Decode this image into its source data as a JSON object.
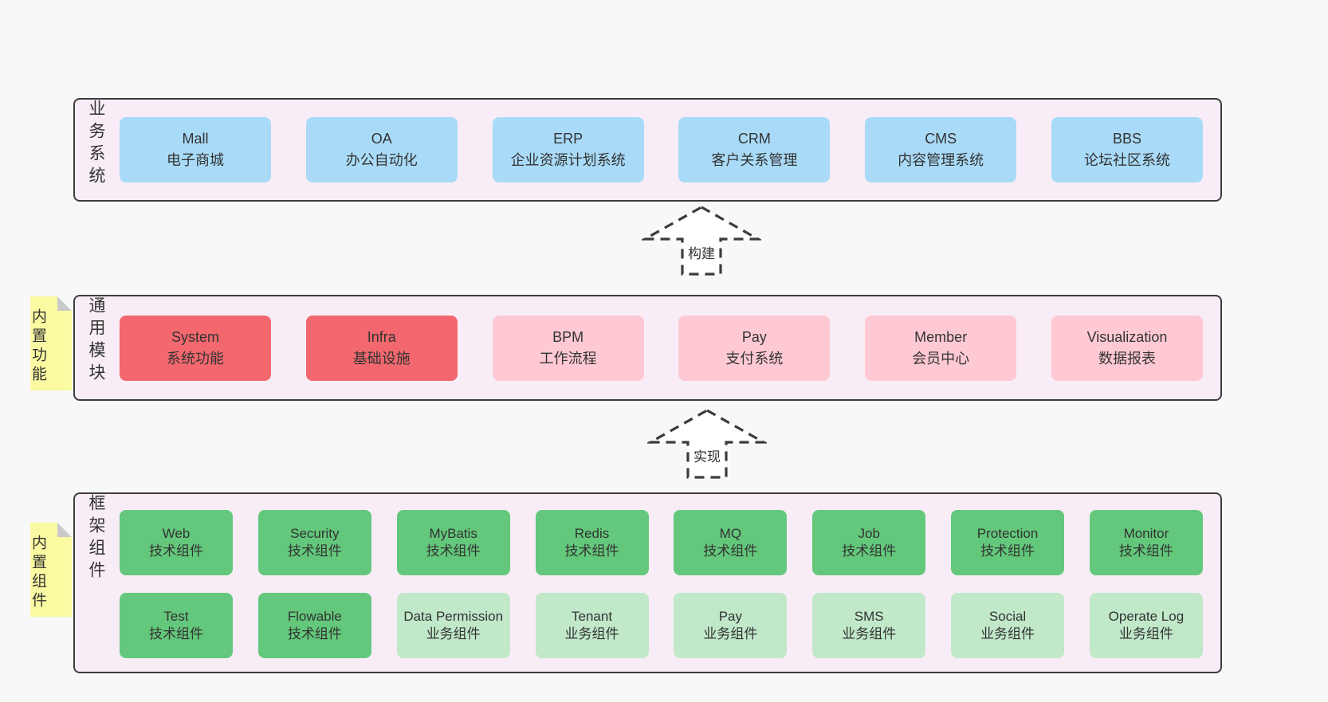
{
  "colors": {
    "pageBg": "#f8f8f8",
    "bandBg": "#f8edf6",
    "border": "#3c3c3c",
    "blue": "#a9dbf8",
    "red": "#f2686e",
    "pink": "#ffc9d3",
    "green": "#63c87b",
    "greenLight": "#c0e8c9",
    "noteBg": "#fafaa2"
  },
  "arrows": [
    {
      "label": "构建"
    },
    {
      "label": "实现"
    }
  ],
  "layers": [
    {
      "label": "业务系统",
      "rows": [
        [
          {
            "name": "Mall",
            "desc": "电子商城",
            "variant": "blue"
          },
          {
            "name": "OA",
            "desc": "办公自动化",
            "variant": "blue"
          },
          {
            "name": "ERP",
            "desc": "企业资源计划系统",
            "variant": "blue"
          },
          {
            "name": "CRM",
            "desc": "客户关系管理",
            "variant": "blue"
          },
          {
            "name": "CMS",
            "desc": "内容管理系统",
            "variant": "blue"
          },
          {
            "name": "BBS",
            "desc": "论坛社区系统",
            "variant": "blue"
          }
        ]
      ]
    },
    {
      "label": "通用模块",
      "note": "内置功能",
      "rows": [
        [
          {
            "name": "System",
            "desc": "系统功能",
            "variant": "red"
          },
          {
            "name": "Infra",
            "desc": "基础设施",
            "variant": "red"
          },
          {
            "name": "BPM",
            "desc": "工作流程",
            "variant": "pink"
          },
          {
            "name": "Pay",
            "desc": "支付系统",
            "variant": "pink"
          },
          {
            "name": "Member",
            "desc": "会员中心",
            "variant": "pink"
          },
          {
            "name": "Visualization",
            "desc": "数据报表",
            "variant": "pink"
          }
        ]
      ]
    },
    {
      "label": "框架组件",
      "note": "内置组件",
      "rows": [
        [
          {
            "name": "Web",
            "desc": "技术组件",
            "variant": "green"
          },
          {
            "name": "Security",
            "desc": "技术组件",
            "variant": "green"
          },
          {
            "name": "MyBatis",
            "desc": "技术组件",
            "variant": "green"
          },
          {
            "name": "Redis",
            "desc": "技术组件",
            "variant": "green"
          },
          {
            "name": "MQ",
            "desc": "技术组件",
            "variant": "green"
          },
          {
            "name": "Job",
            "desc": "技术组件",
            "variant": "green"
          },
          {
            "name": "Protection",
            "desc": "技术组件",
            "variant": "green"
          },
          {
            "name": "Monitor",
            "desc": "技术组件",
            "variant": "green"
          }
        ],
        [
          {
            "name": "Test",
            "desc": "技术组件",
            "variant": "green"
          },
          {
            "name": "Flowable",
            "desc": "技术组件",
            "variant": "green"
          },
          {
            "name": "Data Permission",
            "desc": "业务组件",
            "variant": "greenLight"
          },
          {
            "name": "Tenant",
            "desc": "业务组件",
            "variant": "greenLight"
          },
          {
            "name": "Pay",
            "desc": "业务组件",
            "variant": "greenLight"
          },
          {
            "name": "SMS",
            "desc": "业务组件",
            "variant": "greenLight"
          },
          {
            "name": "Social",
            "desc": "业务组件",
            "variant": "greenLight"
          },
          {
            "name": "Operate Log",
            "desc": "业务组件",
            "variant": "greenLight"
          }
        ]
      ]
    }
  ]
}
